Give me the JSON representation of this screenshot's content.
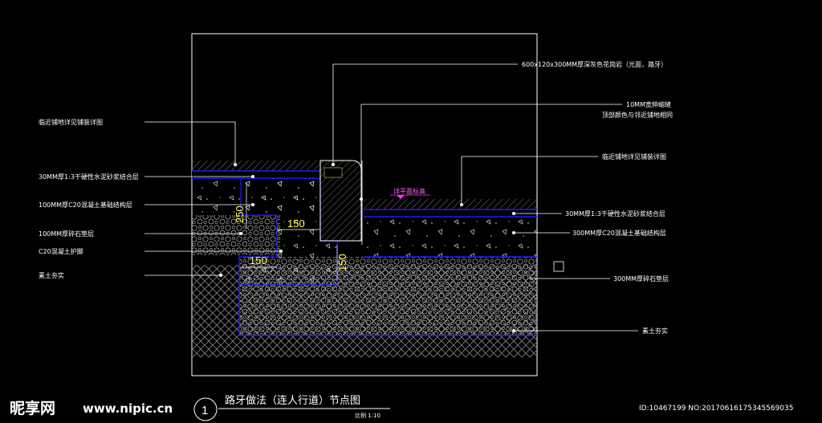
{
  "drawing": {
    "labels_left": [
      "临近铺地详见铺装详图",
      "30MM厚1:3干硬性水泥砂浆结合层",
      "100MM厚C20混凝土基础结构层",
      "100MM厚碎石垫层",
      "C20混凝土护脚",
      "素土夯实"
    ],
    "labels_right": [
      "600x120x300MM厚深灰色花岗岩（光面，路牙）",
      "10MM宽伸缩缝",
      "顶部颜色与邻近铺地相同",
      "临近铺地详见铺装详图",
      "30MM厚1:3干硬性水泥砂浆结合层",
      "300MM厚C20混凝土基础结构层",
      "300MM厚碎石垫层",
      "素土夯实"
    ],
    "level_mark": "详平面标高",
    "dimensions": [
      "250",
      "150",
      "150",
      "150"
    ],
    "title_number": "1",
    "title": "路牙做法（连人行道）节点图",
    "scale": "比例 1:10"
  },
  "watermark": {
    "brand": "昵享网",
    "url": "www.nipic.cn",
    "id_line": "ID:10467199 NO:20170616175345569035"
  },
  "colors": {
    "background": "#000000",
    "lines": "#ffffff",
    "mortar": "#1a1aff",
    "dims": "#ffff66",
    "level": "#ff33ff"
  }
}
